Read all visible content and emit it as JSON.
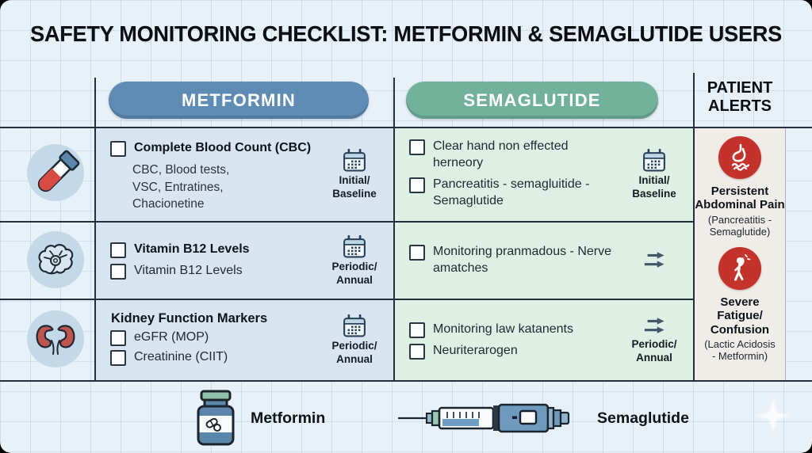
{
  "title": "SAFETY MONITORING CHECKLIST: METFORMIN & SEMAGLUTIDE USERS",
  "header": {
    "metformin": "METFORMIN",
    "semaglutide": "SEMAGLUTIDE",
    "patient_alerts": "PATIENT\nALERTS"
  },
  "colors": {
    "metformin_blue": "#5e8cb4",
    "semaglutide_green": "#72b29a",
    "metformin_cell": "#d9e4f1",
    "semaglutide_cell": "#def0e4",
    "alerts_panel": "#f0ede9",
    "alert_red": "#c4322c",
    "line_dark": "#22303d",
    "icon_circle_blue": "#c3d9e8"
  },
  "rows": [
    {
      "icon": "blood-test-tube-icon",
      "metformin": {
        "item1": "Complete Blood Count (CBC)",
        "sublines": [
          "CBC, Blood tests,",
          "VSC, Entratines,",
          "Chacionetine"
        ],
        "schedule_icon": "calendar-icon",
        "schedule": "Initial/\nBaseline"
      },
      "semaglutide": {
        "item1": "Clear hand non effected herneory",
        "item2": "Pancreatitis - semagluitide - Semaglutide",
        "schedule_icon": "calendar-icon",
        "schedule": "Initial/\nBaseline"
      }
    },
    {
      "icon": "brain-icon",
      "metformin": {
        "item1": "Vitamin B12 Levels",
        "item2": "Vitamin B12 Levels",
        "schedule_icon": "calendar-icon",
        "schedule": "Periodic/\nAnnual"
      },
      "semaglutide": {
        "item1": "Monitoring pranmadous - Nerve amatches",
        "schedule_icon": "double-arrow-icon",
        "schedule": ""
      }
    },
    {
      "icon": "kidneys-icon",
      "metformin": {
        "heading": "Kidney Function Markers",
        "item1": "eGFR (MOP)",
        "item2": "Creatinine (CIIT)",
        "schedule_icon": "calendar-icon",
        "schedule": "Periodic/\nAnnual"
      },
      "semaglutide": {
        "item1": "Monitoring law katanents",
        "item2": "Neuriterarogen",
        "schedule_icon": "double-arrow-icon",
        "schedule": "Periodic/\nAnnual"
      }
    }
  ],
  "alerts": [
    {
      "icon": "stomach-icon",
      "title": "Persistent\nAbdominal Pain",
      "subtitle": "(Pancreatitis -\nSemaglutide)"
    },
    {
      "icon": "dizzy-person-icon",
      "title": "Severe\nFatigue/\nConfusion",
      "subtitle": "(Lactic Acidosis\n- Metformin)"
    }
  ],
  "legend": {
    "metformin": "Metformin",
    "semaglutide": "Semaglutide",
    "metformin_icon": "pill-bottle-icon",
    "semaglutide_icon": "injection-pen-icon"
  }
}
